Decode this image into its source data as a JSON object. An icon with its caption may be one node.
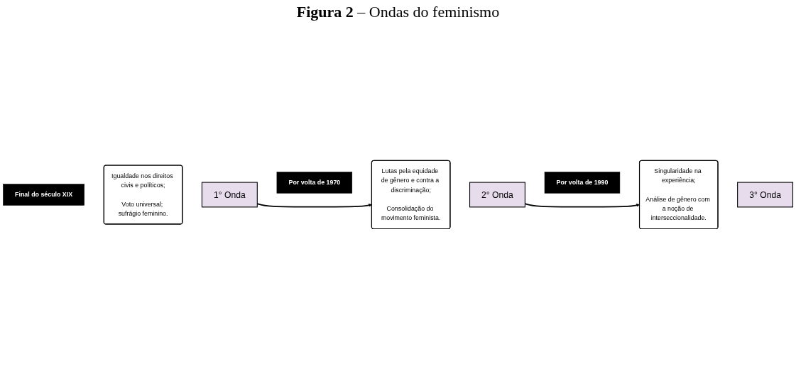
{
  "diagram": {
    "title": "**Figura 2** – Ondas do feminismo",
    "nodes": [
      {
        "text": [
          "Final do século XIX"
        ]
      },
      {
        "text": [
          "Igualdade nos direitos civis e políticos;",
          "Voto universal; sufrágio feminino."
        ]
      },
      {
        "text": [
          "1° Onda"
        ]
      },
      {
        "text": [
          "Por volta de 1970"
        ]
      },
      {
        "text": [
          "Lutas pela equidade de gênero e contra a discriminação;",
          "Consolidação do movimento feminista."
        ]
      },
      {
        "text": [
          "2° Onda"
        ]
      },
      {
        "text": [
          "Por volta de 1990"
        ]
      },
      {
        "text": [
          "Singularidade na experiência;",
          "Análise de gênero com a noção de interseccionalidade."
        ]
      },
      {
        "text": [
          "3° Onda"
        ]
      }
    ],
    "edges": [
      {
        "from": 2,
        "to": 4,
        "arrow": "to"
      },
      {
        "from": 5,
        "to": 7,
        "arrow": "to"
      }
    ]
  }
}
